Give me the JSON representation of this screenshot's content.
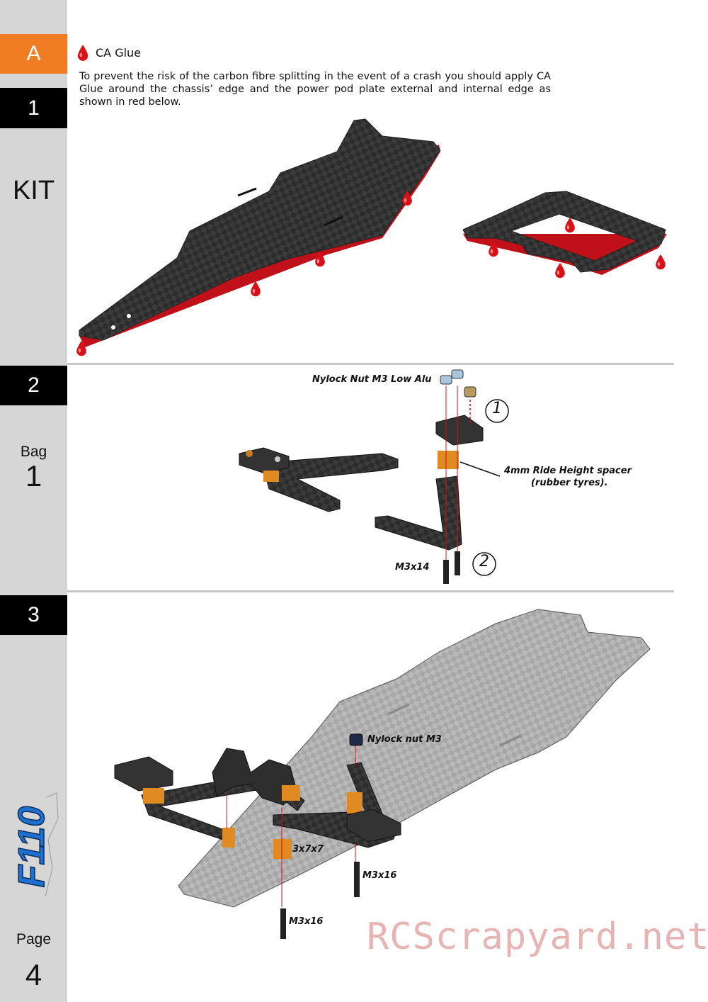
{
  "sidebar": {
    "section_a": "A",
    "step_1": "1",
    "kit_label": "KIT",
    "step_2": "2",
    "bag_label": "Bag",
    "bag_number": "1",
    "step_3": "3",
    "page_label": "Page",
    "page_number": "4"
  },
  "logo_text": "F110",
  "step1": {
    "title": "CA Glue",
    "text": "To prevent the risk of the carbon fibre splitting in the event of a crash you should apply CA Glue around the chassis’ edge and the power pod plate external and internal edge as shown in red below."
  },
  "step2": {
    "label_nut": "Nylock Nut M3 Low Alu",
    "label_spacer_line1": "4mm Ride Height spacer",
    "label_spacer_line2": "(rubber tyres).",
    "label_screw": "M3x14",
    "order_1": "1",
    "order_2": "2"
  },
  "step3": {
    "label_nut": "Nylock nut M3",
    "label_spacer": "3x7x7",
    "label_screw_a": "M3x16",
    "label_screw_b": "M3x16"
  },
  "watermark": "RCScrapyard.net",
  "colors": {
    "tab_orange": "#f07d23",
    "glue_red": "#d8101a",
    "carbon": "#3a3a3a",
    "alu_orange": "#e08a22",
    "sidebar_grey": "#d6d6d6"
  }
}
